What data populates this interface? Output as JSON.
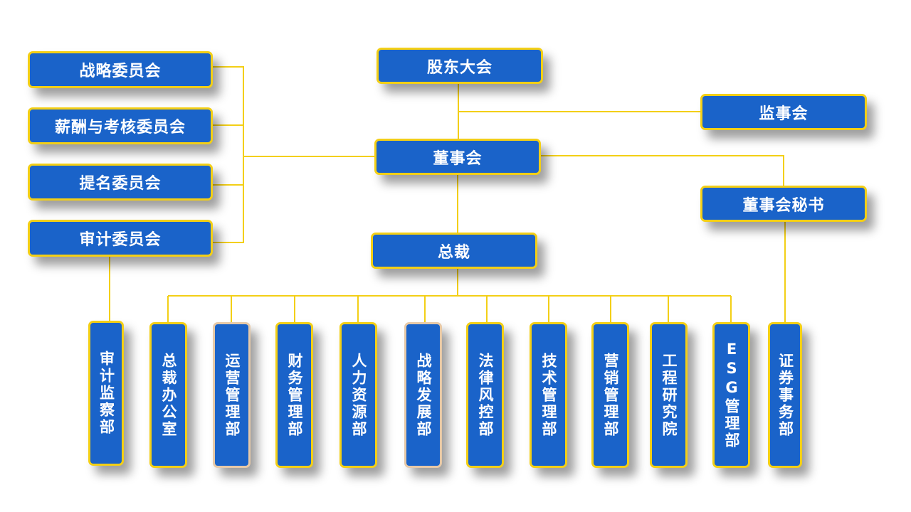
{
  "colors": {
    "box_fill": "#1a63c9",
    "box_border": "#f3cf16",
    "connector": "#f3cf16",
    "text": "#ffffff"
  },
  "nodes": {
    "shareholders": "股东大会",
    "supervisory_board": "监事会",
    "board": "董事会",
    "board_secretary": "董事会秘书",
    "president": "总裁"
  },
  "committees": [
    "战略委员会",
    "薪酬与考核委员会",
    "提名委员会",
    "审计委员会"
  ],
  "departments": [
    "审计监察部",
    "总裁办公室",
    "运营管理部",
    "财务管理部",
    "人力资源部",
    "战略发展部",
    "法律风控部",
    "技术管理部",
    "营销管理部",
    "工程研究院",
    "ESG管理部",
    "证券事务部"
  ]
}
